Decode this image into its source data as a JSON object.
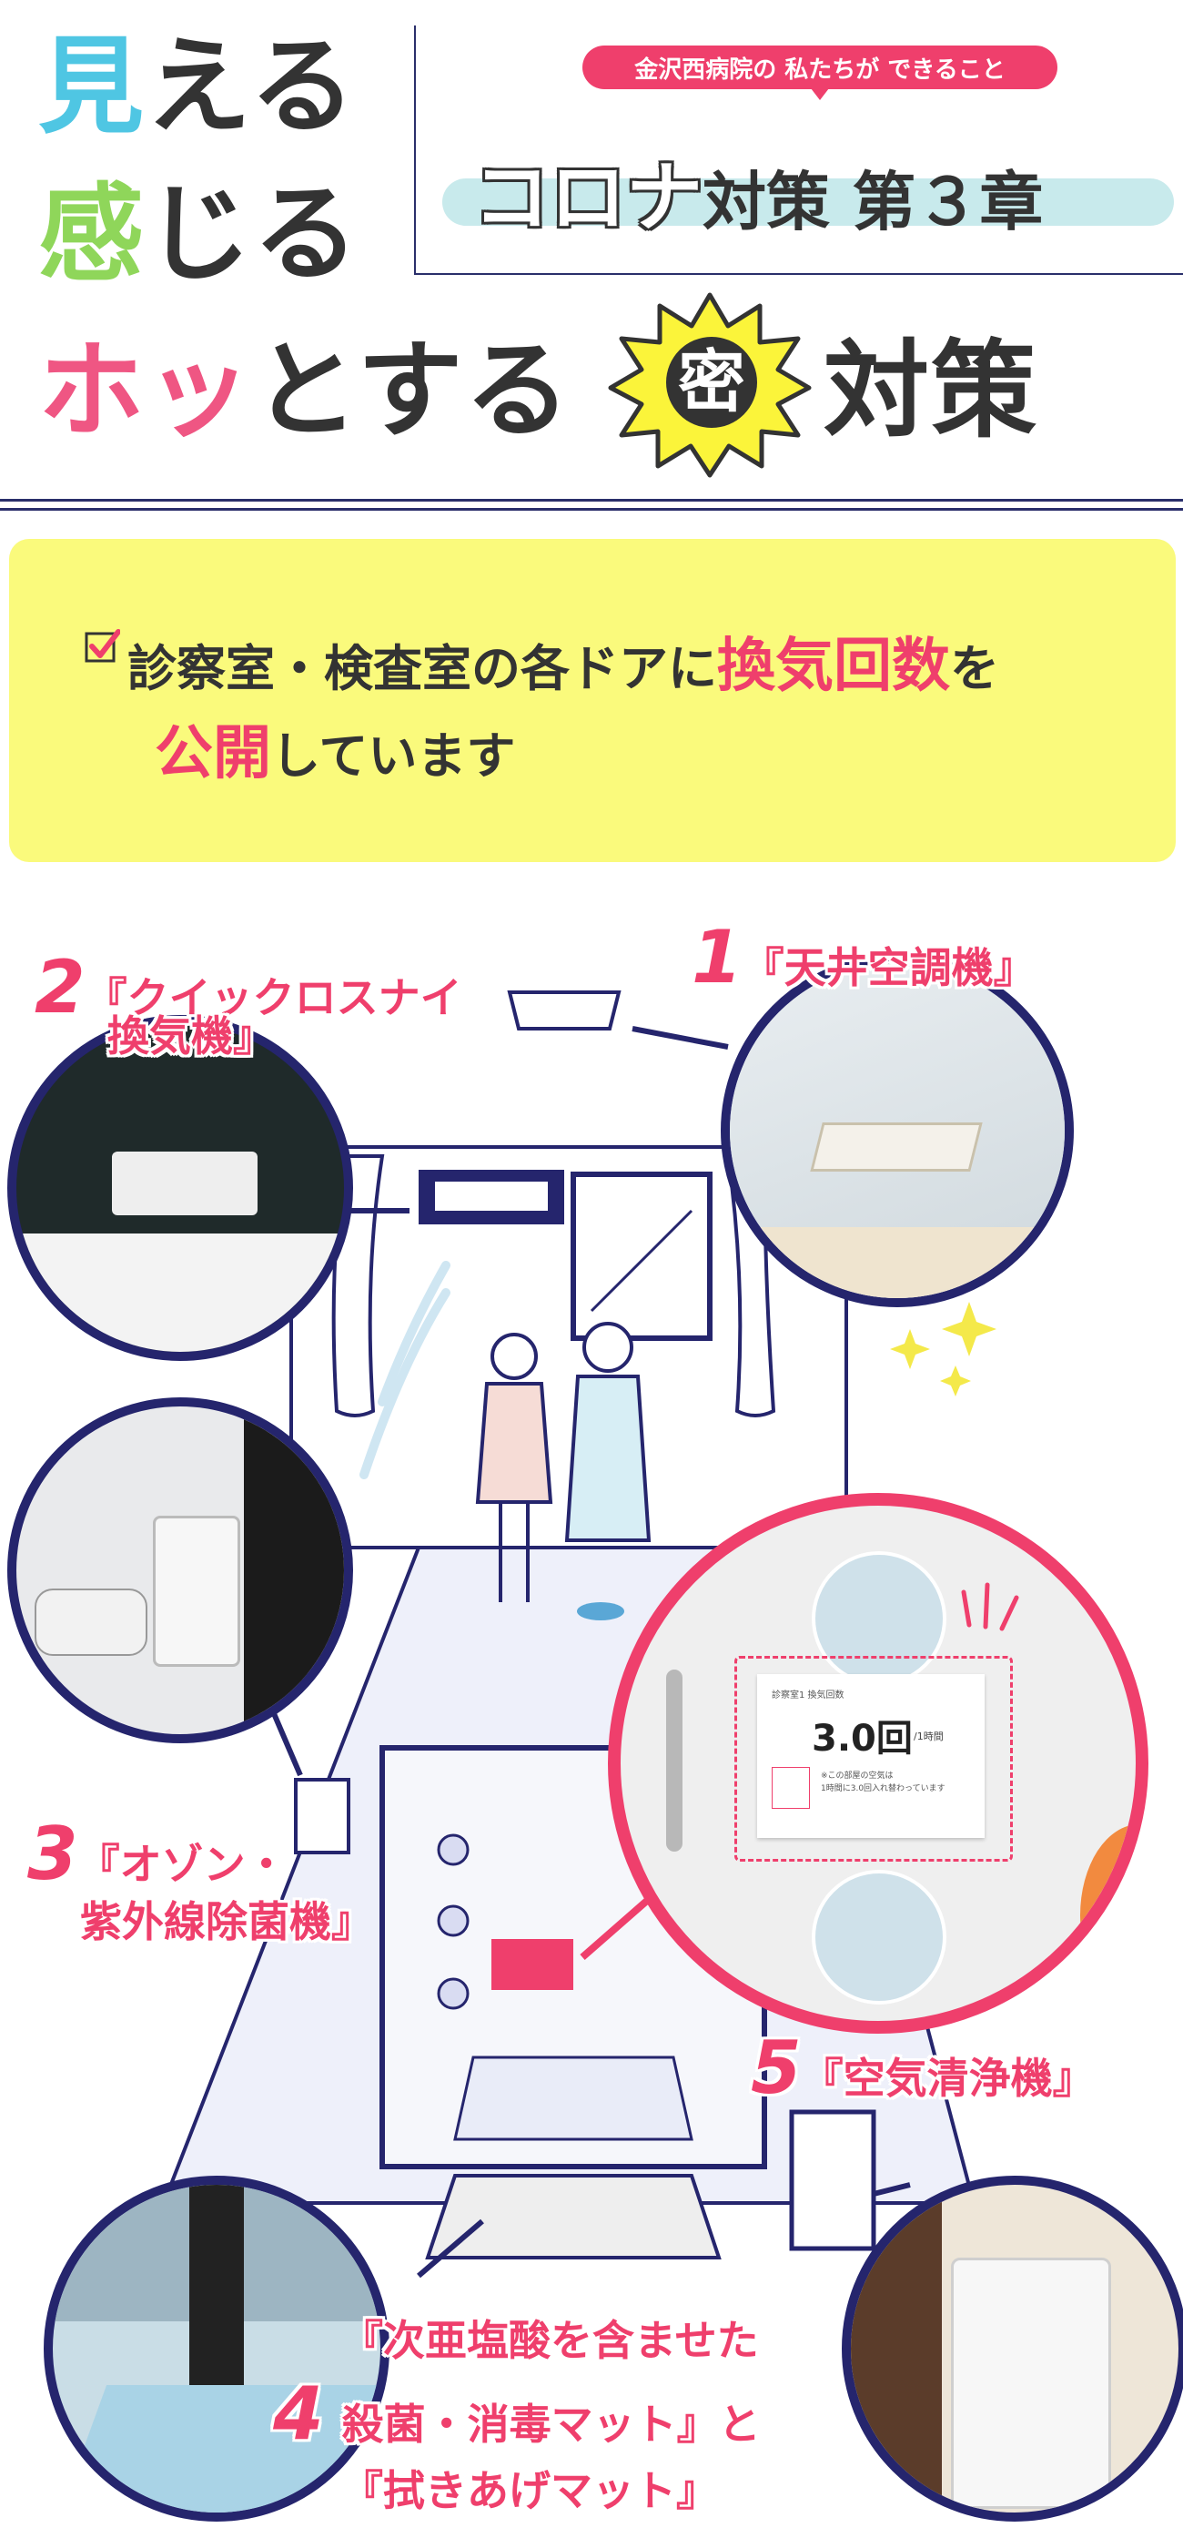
{
  "header": {
    "line1": {
      "accent": "見",
      "rest": "える"
    },
    "line2": {
      "accent": "感",
      "rest": "じる"
    },
    "line3": {
      "accent": "ホッ",
      "rest": "とする"
    },
    "burst_char": "密",
    "line3_suffix": "対策",
    "pill_text": "金沢西病院の 私たちが できること",
    "chapter_outline": "コロナ",
    "chapter_rest": "対策 第３章"
  },
  "notice": {
    "line1_pre": "診察室・検査室の各ドアに",
    "line1_highlight": "換気回数",
    "line1_post": "を",
    "line2_highlight": "公開",
    "line2_post": "しています"
  },
  "items": [
    {
      "num": "1",
      "label": "『天井空調機』"
    },
    {
      "num": "2",
      "label_a": "『クイックロスナイ",
      "label_b": "換気機』"
    },
    {
      "num": "3",
      "label_a": "『オゾン・",
      "label_b": "紫外線除菌機』"
    },
    {
      "num": "4",
      "label_a": "『次亜塩酸を含ませた",
      "label_b": "殺菌・消毒マット』と",
      "label_c": "『拭きあげマット』"
    },
    {
      "num": "5",
      "label": "『空気清浄機』"
    }
  ],
  "door_sign": {
    "header": "診察室1 換気回数",
    "value": "3.0回",
    "unit": "/1時間",
    "note_a": "※この部屋の空気は",
    "note_b": "1時間に3.0回入れ替わっています"
  },
  "colors": {
    "blue": "#4fc6e3",
    "green": "#8fd65a",
    "pink": "#ef5683",
    "accent_red": "#ef3f6c",
    "navy": "#25256d",
    "yellow": "#fafa7c",
    "mint": "#c8eaec"
  }
}
